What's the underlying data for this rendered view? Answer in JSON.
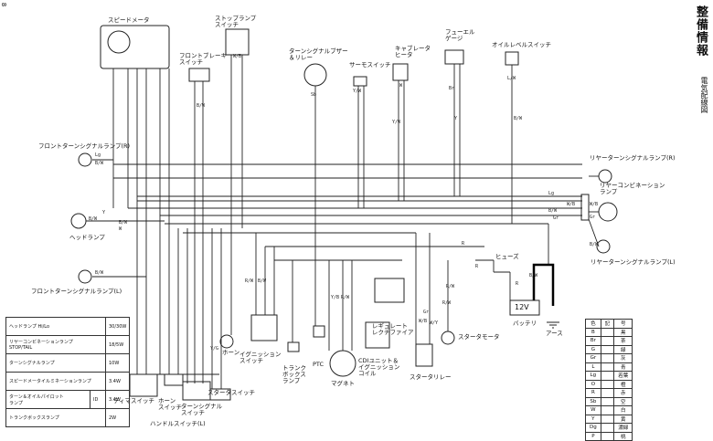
{
  "page": {
    "number": "8",
    "title": "整備情報",
    "subtitle": "電気配線図"
  },
  "components": {
    "speedometer": "スピードメータ",
    "stop_lamp_switch": "ストップランプ\nスイッチ",
    "front_brake_switch": "フロントブレーキ\nスイッチ",
    "turn_buzzer": "ターンシグナルブザー\n＆リレー",
    "thermo_switch": "サーモスイッチ",
    "carb_heater": "キャブレータ\nヒータ",
    "fuel_gauge": "フューエル\nゲージ",
    "oil_level_switch": "オイルレベルスイッチ",
    "front_turn_r": "フロントターンシグナルランプ(R)",
    "front_turn_l": "フロントターンシグナルランプ(L)",
    "headlamp": "ヘッドランプ",
    "rear_turn_r": "リヤーターンシグナルランプ(R)",
    "rear_combination": "リヤーコンビネーション\nランプ",
    "rear_turn_l": "リヤーターンシグナルランプ(L)",
    "fuse": "ヒューズ",
    "battery": "バッテリ",
    "battery_voltage": "12V",
    "ground": "アース",
    "starter_motor": "スタータモータ",
    "horn": "ホーン",
    "ignition_switch": "イグニッション\nスイッチ",
    "trunk_box_lamp": "トランク\nボックス\nランプ",
    "ptc": "PTC",
    "magneto": "マグネト",
    "cdi": "CDIユニット＆\nイグニッション\nコイル",
    "regulator": "レギュレート\nレクチファイア",
    "starter_relay": "スタータリレー",
    "dimmer_switch": "ディマスイッチ",
    "horn_switch": "ホーン\nスイッチ",
    "turn_switch": "ターンシグナル\nスイッチ",
    "starter_switch": "スタータスイッチ",
    "handle_switch_l": "ハンドルスイッチ(L)"
  },
  "wire_labels": [
    {
      "t": "Lg"
    },
    {
      "t": "B/W"
    },
    {
      "t": "W/B"
    },
    {
      "t": "B/W"
    },
    {
      "t": "Gr"
    },
    {
      "t": "B/W"
    },
    {
      "t": "B/W"
    },
    {
      "t": "Y"
    },
    {
      "t": "W"
    },
    {
      "t": "B/W"
    },
    {
      "t": "Lg"
    },
    {
      "t": "W/B"
    },
    {
      "t": "Gr"
    },
    {
      "t": "B/W"
    },
    {
      "t": "R"
    },
    {
      "t": "R"
    },
    {
      "t": "R"
    },
    {
      "t": "B/W"
    },
    {
      "t": "R/W"
    },
    {
      "t": "R/W"
    },
    {
      "t": "Y/B"
    },
    {
      "t": "Sb"
    },
    {
      "t": "Y/W"
    },
    {
      "t": "W"
    },
    {
      "t": "L/W"
    },
    {
      "t": "B/W"
    },
    {
      "t": "Br"
    },
    {
      "t": "W/B"
    },
    {
      "t": "Y/W"
    },
    {
      "t": "Y"
    },
    {
      "t": "B/W"
    },
    {
      "t": "R/W"
    },
    {
      "t": "B/W"
    },
    {
      "t": "Y/G"
    },
    {
      "t": "W/B"
    },
    {
      "t": "Gr"
    },
    {
      "t": "W/Y"
    },
    {
      "t": "R/W"
    }
  ],
  "spec_table": [
    {
      "name": "ヘッドランプ  Hi/Lo",
      "watt": "30/30W"
    },
    {
      "name": "リヤーコンビネーションランプ\nSTOP/TAIL",
      "watt": "18/5W"
    },
    {
      "name": "ターンシグナルランプ",
      "watt": "10W"
    },
    {
      "name": "スピードメータイルミネーションランプ",
      "watt": "3.4W"
    },
    {
      "name": "ターン＆オイルパイロット\nランプ",
      "mid": "ID",
      "watt": "3.4W"
    },
    {
      "name": "トランクボックスランプ",
      "watt": "2W"
    }
  ],
  "legend": {
    "header": [
      "色",
      "記",
      "号"
    ],
    "rows": [
      {
        "code": "B",
        "color": "黒"
      },
      {
        "code": "Br",
        "color": "茶"
      },
      {
        "code": "G",
        "color": "緑"
      },
      {
        "code": "Gr",
        "color": "灰"
      },
      {
        "code": "L",
        "color": "青"
      },
      {
        "code": "Lg",
        "color": "若葉"
      },
      {
        "code": "O",
        "color": "橙"
      },
      {
        "code": "R",
        "color": "赤"
      },
      {
        "code": "Sb",
        "color": "空"
      },
      {
        "code": "W",
        "color": "白"
      },
      {
        "code": "Y",
        "color": "黄"
      },
      {
        "code": "Dg",
        "color": "濃緑"
      },
      {
        "code": "P",
        "color": "桃"
      }
    ]
  }
}
